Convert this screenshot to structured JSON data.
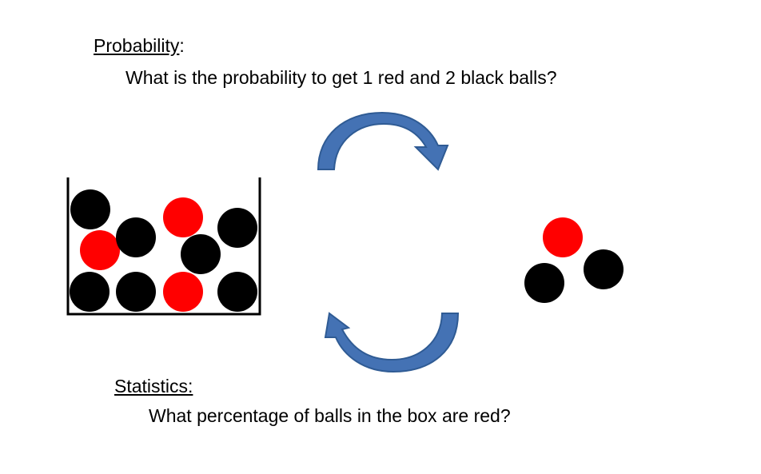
{
  "probability": {
    "heading": "Probability",
    "colon": ":",
    "question": "What is the probability to get 1 red and 2 black balls?"
  },
  "statistics": {
    "heading": "Statistics:",
    "question": "What percentage of balls in the box are red?"
  },
  "colors": {
    "red": "#ff0000",
    "black": "#000000",
    "arrow": "#4472b4",
    "arrow_dark": "#2f5b94"
  },
  "box_balls": [
    "black",
    "red",
    "black",
    "red",
    "black",
    "black",
    "black",
    "black",
    "red",
    "black"
  ],
  "sample_balls": [
    "red",
    "black",
    "black"
  ]
}
